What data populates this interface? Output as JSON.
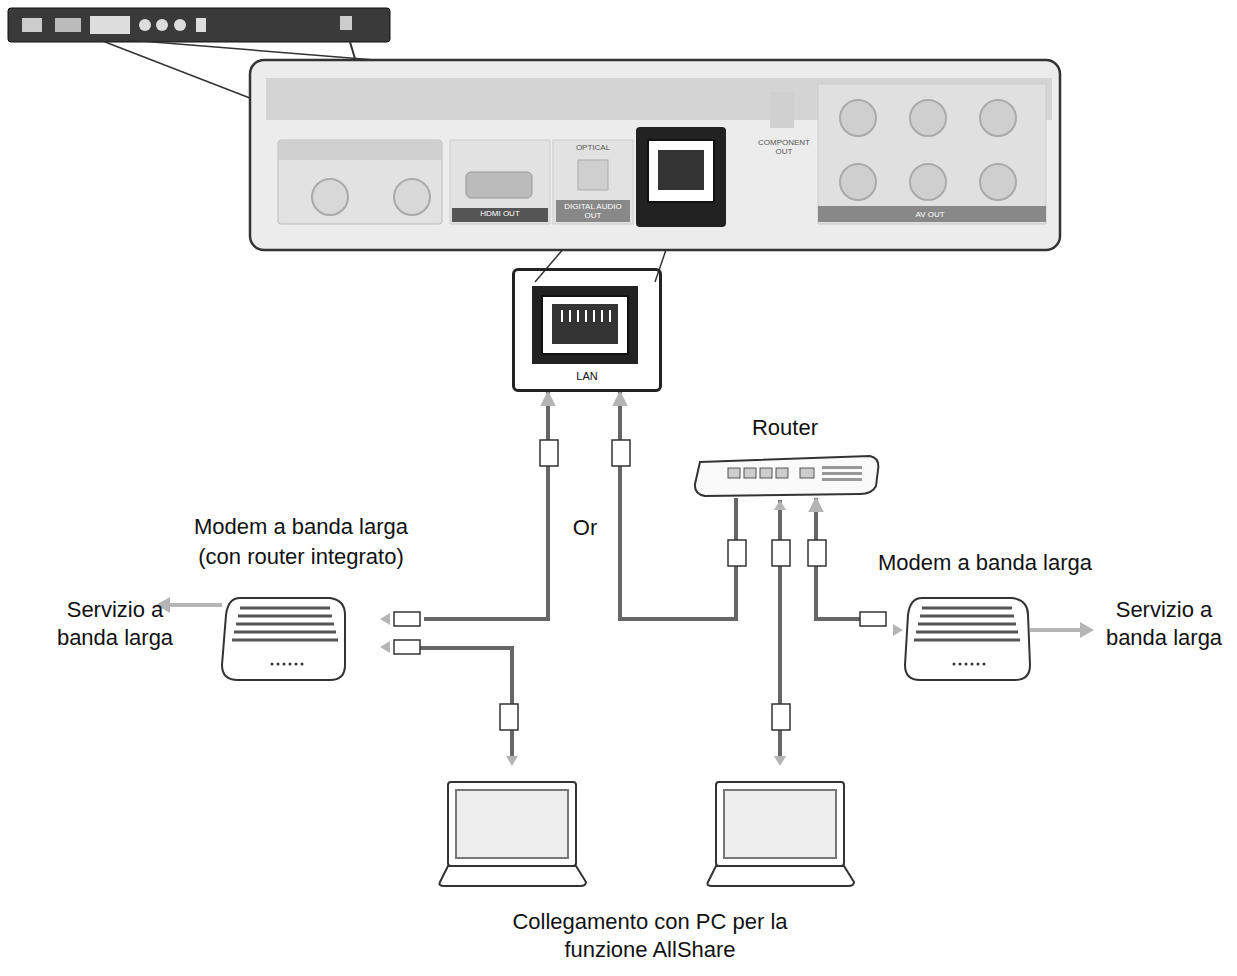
{
  "diagram": {
    "nodes": [
      {
        "text": [
          "LAN"
        ]
      },
      {
        "text": [
          "Router"
        ]
      },
      {
        "text": [
          "Modem a banda larga (con router integrato)"
        ]
      },
      {
        "text": [
          "Modem a banda larga"
        ]
      }
    ],
    "edges": [
      {
        "from": 2,
        "to": 0,
        "arrow": "to"
      },
      {
        "from": 1,
        "to": 0,
        "arrow": "to"
      },
      {
        "from": 3,
        "to": 1,
        "arrow": "to"
      }
    ],
    "labels": [
      "Or",
      "Servizio a banda larga",
      "Servizio a banda larga",
      "Collegamento con PC per la funzione AllShare",
      "HDMI OUT",
      "DIGITAL AUDIO OUT",
      "OPTICAL",
      "COMPONENT OUT",
      "AV OUT"
    ]
  }
}
